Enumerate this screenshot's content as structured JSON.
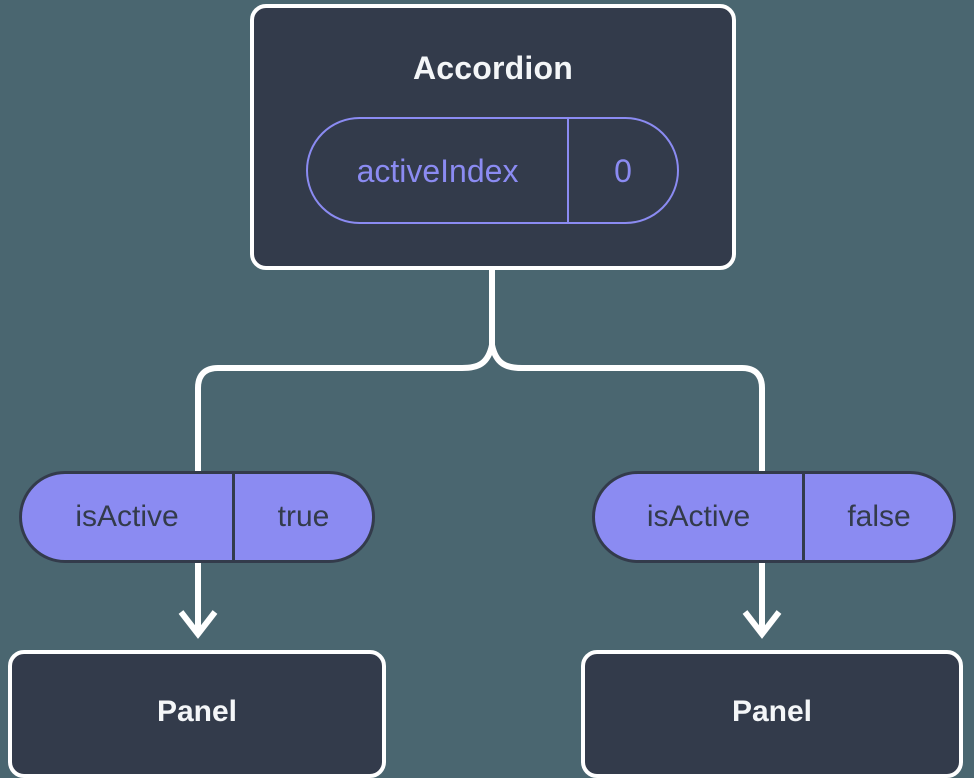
{
  "theme": {
    "background": "#4a6670",
    "card_fill": "#333b4b",
    "card_stroke": "#ffffff",
    "accent_purple": "#8b8bf2",
    "text_light": "#f4f6f8",
    "text_dark": "#333b4b"
  },
  "diagram": {
    "type": "component-tree",
    "root": {
      "title": "Accordion",
      "state_pill": {
        "key": "activeIndex",
        "value": "0",
        "style": "outlined"
      }
    },
    "branches": [
      {
        "prop_pill": {
          "key": "isActive",
          "value": "true",
          "style": "filled"
        },
        "child": {
          "title": "Panel"
        }
      },
      {
        "prop_pill": {
          "key": "isActive",
          "value": "false",
          "style": "filled"
        },
        "child": {
          "title": "Panel"
        }
      }
    ],
    "connectors": [
      {
        "name": "root-to-fork",
        "kind": "elbow-split"
      },
      {
        "name": "branch-left-arrow",
        "kind": "arrow-down"
      },
      {
        "name": "branch-right-arrow",
        "kind": "arrow-down"
      }
    ]
  }
}
